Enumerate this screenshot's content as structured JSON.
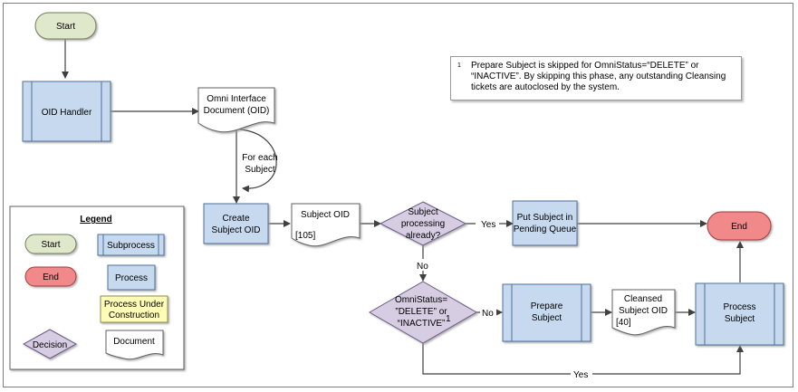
{
  "colors": {
    "start_fill": "#e0e8cc",
    "end_fill": "#f1898a",
    "process_fill": "#c6d9ee",
    "process_stroke": "#4f6f9a",
    "decision_fill": "#d6cde2",
    "decision_stroke": "#6b5b87",
    "construction_fill": "#fffcb5",
    "document_fill": "#ffffff",
    "line": "#404040"
  },
  "nodes": {
    "start": "Start",
    "oid_handler": "OID Handler",
    "omni_doc": [
      "Omni Interface",
      "Document (OID)"
    ],
    "for_each": [
      "For each",
      "Subject"
    ],
    "create_subject": [
      "Create",
      "Subject OID"
    ],
    "subject_oid": "Subject OID",
    "subject_oid_ref": "[105]",
    "decision_processing": [
      "Subject",
      "processing",
      "already?"
    ],
    "pending_queue": [
      "Put Subject in",
      "Pending Queue"
    ],
    "end": "End",
    "decision_status": [
      "OmniStatus=",
      "”DELETE” or",
      "“INACTIVE”"
    ],
    "decision_status_sup": "1",
    "prepare_subject": [
      "Prepare",
      "Subject"
    ],
    "cleansed_oid": [
      "Cleansed",
      "Subject OID"
    ],
    "cleansed_oid_ref": "[40]",
    "process_subject": [
      "Process",
      "Subject"
    ]
  },
  "edges": {
    "yes_pending": "Yes",
    "no_down": "No",
    "no_prepare": "No",
    "yes_bottom": "Yes"
  },
  "note": {
    "number": "1",
    "text": "Prepare Subject is skipped for OmniStatus=“DELETE” or “INACTIVE”. By skipping this phase, any outstanding Cleansing tickets are autoclosed by the system."
  },
  "legend": {
    "title": "Legend",
    "start": "Start",
    "end": "End",
    "decision": "Decision",
    "subprocess": "Subprocess",
    "process": "Process",
    "construction": [
      "Process Under",
      "Construction"
    ],
    "document": "Document"
  }
}
